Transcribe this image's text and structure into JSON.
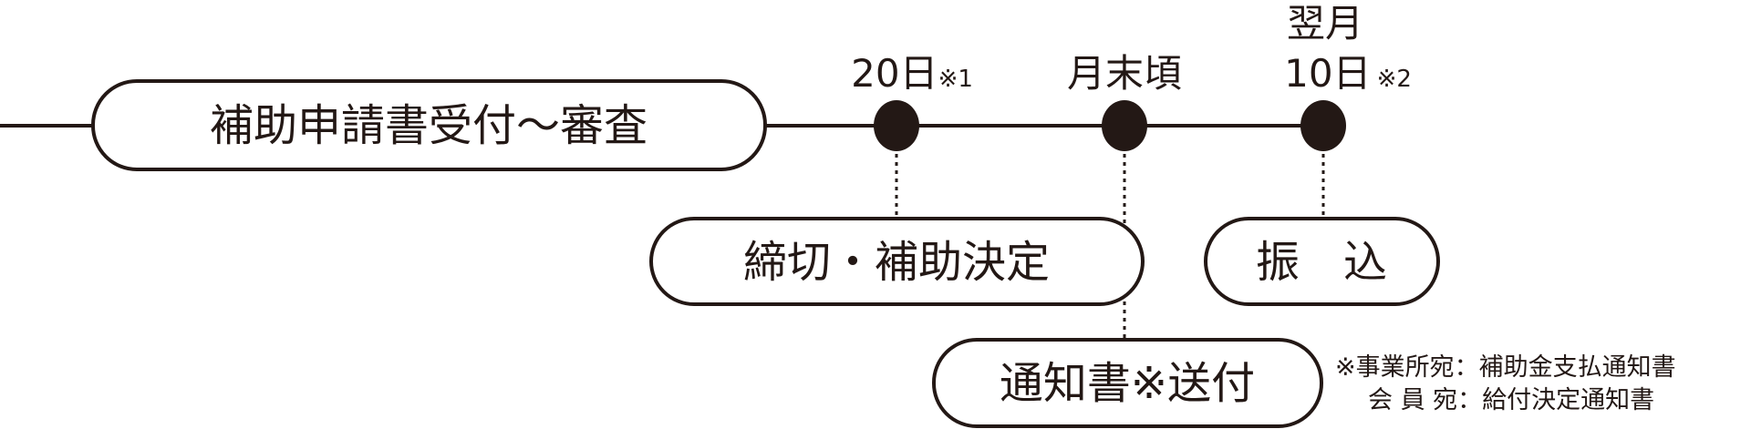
{
  "stages": {
    "application": "補助申請書受付～審査",
    "deadline": "締切・補助決定",
    "notice": "通知書※送付",
    "transfer": "振　込"
  },
  "milestones": [
    {
      "label": "20日",
      "note": "※1"
    },
    {
      "label": "月末頃",
      "note": ""
    },
    {
      "label_top": "翌月",
      "label": "10日",
      "note": "※2"
    }
  ],
  "footnote": {
    "line1": "※事業所宛：補助金支払通知書",
    "line2": "会 員 宛：給付決定通知書"
  },
  "colors": {
    "ink": "#231815"
  }
}
